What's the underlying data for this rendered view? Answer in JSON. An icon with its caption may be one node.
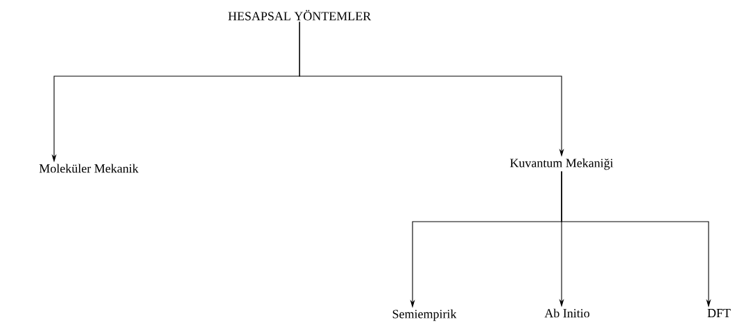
{
  "diagram": {
    "nodes": [
      {
        "text": [
          "HESAPSAL YÖNTEMLER"
        ]
      },
      {
        "text": [
          "Moleküler Mekanik"
        ]
      },
      {
        "text": [
          "Kuvantum Mekaniği"
        ]
      },
      {
        "text": [
          "Semiempirik"
        ]
      },
      {
        "text": [
          "Ab Initio"
        ]
      },
      {
        "text": [
          "DFT"
        ]
      }
    ],
    "edges": [
      {
        "from": 0,
        "to": 1,
        "arrow": "to"
      },
      {
        "from": 0,
        "to": 2,
        "arrow": "to"
      },
      {
        "from": 2,
        "to": 3,
        "arrow": "to"
      },
      {
        "from": 2,
        "to": 4,
        "arrow": "to"
      },
      {
        "from": 2,
        "to": 5,
        "arrow": "to"
      }
    ]
  }
}
